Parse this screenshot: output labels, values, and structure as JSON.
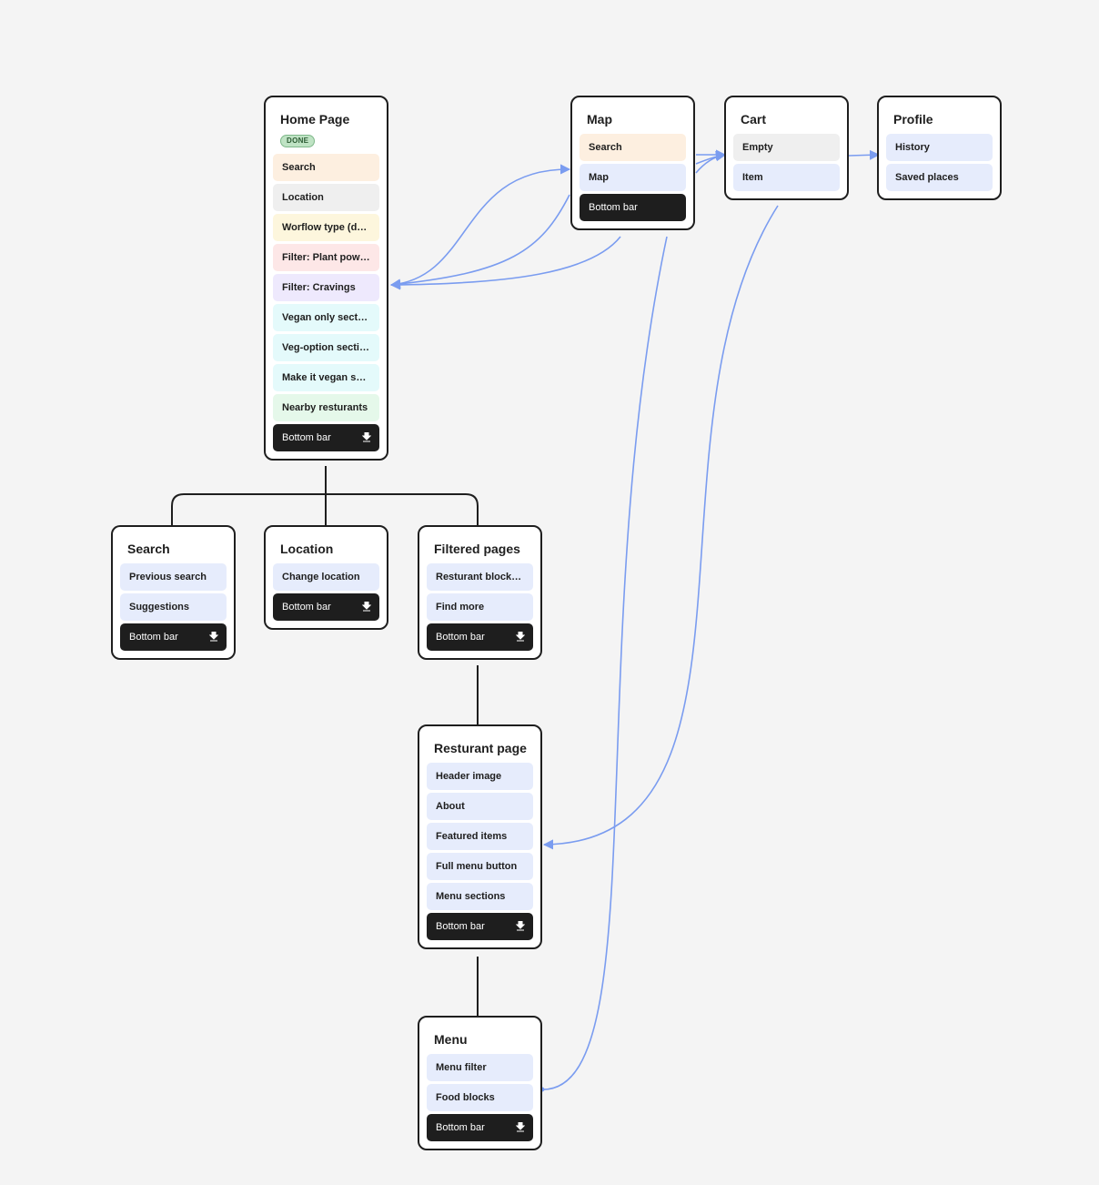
{
  "colors": {
    "background": "#f4f4f4",
    "link": "#7a9cf0",
    "tree_line": "#1e1e1e",
    "done_badge": "#bfe3c4"
  },
  "cards": {
    "home": {
      "title": "Home Page",
      "badge": "DONE",
      "items": [
        "Search",
        "Location",
        "Worflow type (del...",
        "Filter: Plant powe...",
        "Filter: Cravings",
        "Vegan only section",
        "Veg-option section",
        "Make it vegan sec...",
        "Nearby resturants",
        "Bottom bar"
      ]
    },
    "map": {
      "title": "Map",
      "items": [
        "Search",
        "Map",
        "Bottom bar"
      ]
    },
    "cart": {
      "title": "Cart",
      "items": [
        "Empty",
        "Item"
      ]
    },
    "profile": {
      "title": "Profile",
      "items": [
        "History",
        "Saved places"
      ]
    },
    "search": {
      "title": "Search",
      "items": [
        "Previous search",
        "Suggestions",
        "Bottom bar"
      ]
    },
    "location": {
      "title": "Location",
      "items": [
        "Change location",
        "Bottom bar"
      ]
    },
    "filtered": {
      "title": "Filtered pages",
      "items": [
        "Resturant blocks ...",
        "Find more",
        "Bottom bar"
      ]
    },
    "restaurant": {
      "title": "Resturant page",
      "items": [
        "Header image",
        "About",
        "Featured items",
        "Full menu button",
        "Menu sections",
        "Bottom bar"
      ]
    },
    "menu": {
      "title": "Menu",
      "items": [
        "Menu filter",
        "Food blocks",
        "Bottom bar"
      ]
    }
  },
  "icons": {
    "bottom_bar": "download-icon"
  }
}
